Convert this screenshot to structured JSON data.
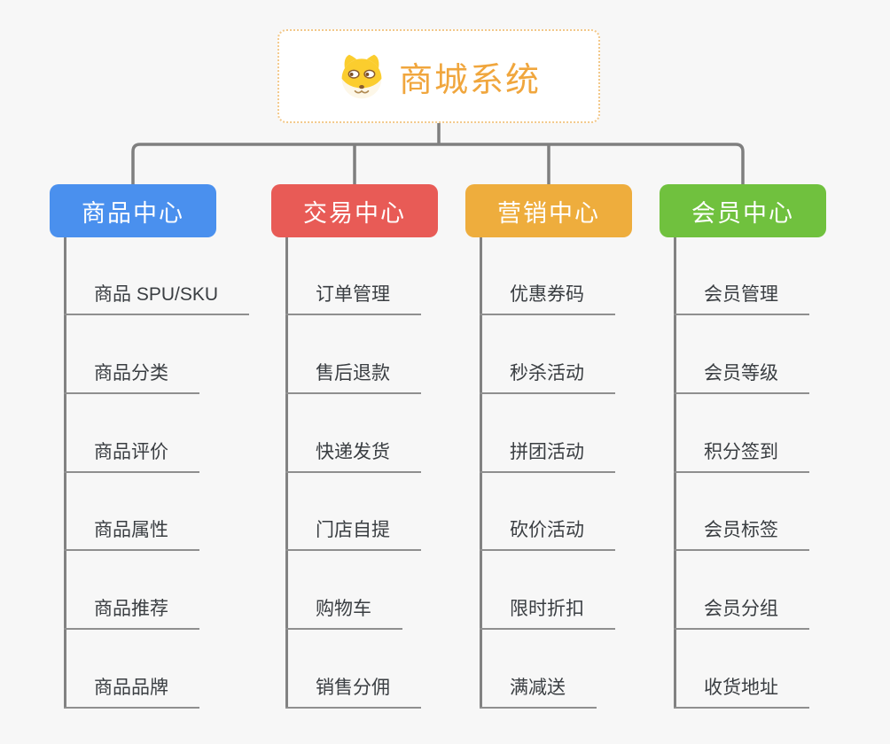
{
  "page": {
    "background": "#f7f7f7"
  },
  "root": {
    "title": "商城系统",
    "icon": "dog-icon",
    "text_color": "#f0a63d",
    "border_color": "#f2c88a"
  },
  "connector_color": "#7f7f7f",
  "branches": [
    {
      "label": "商品中心",
      "color": "#4a90ee",
      "children": [
        "商品 SPU/SKU",
        "商品分类",
        "商品评价",
        "商品属性",
        "商品推荐",
        "商品品牌"
      ]
    },
    {
      "label": "交易中心",
      "color": "#e85b56",
      "children": [
        "订单管理",
        "售后退款",
        "快递发货",
        "门店自提",
        "购物车",
        "销售分佣"
      ]
    },
    {
      "label": "营销中心",
      "color": "#eead3d",
      "children": [
        "优惠券码",
        "秒杀活动",
        "拼团活动",
        "砍价活动",
        "限时折扣",
        "满减送"
      ]
    },
    {
      "label": "会员中心",
      "color": "#70c13e",
      "children": [
        "会员管理",
        "会员等级",
        "积分签到",
        "会员标签",
        "会员分组",
        "收货地址"
      ]
    }
  ]
}
